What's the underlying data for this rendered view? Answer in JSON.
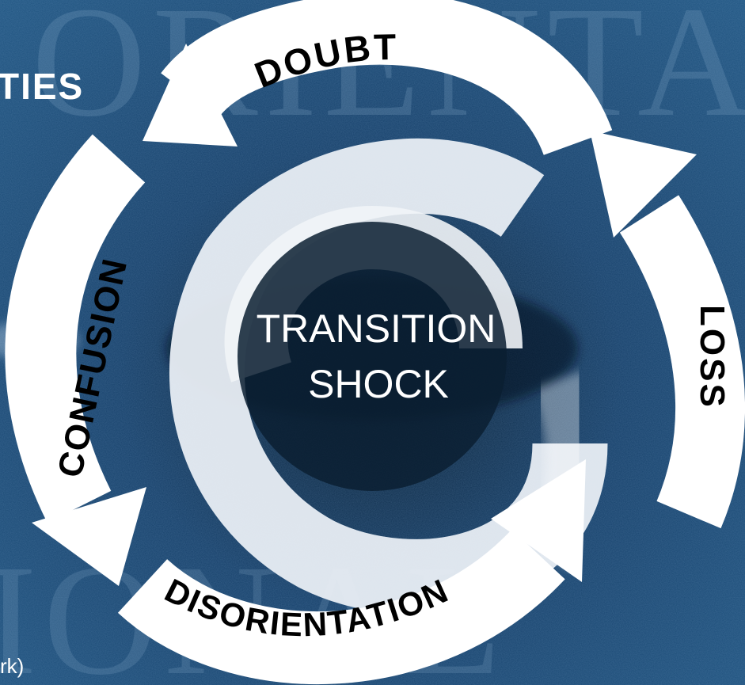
{
  "diagram": {
    "center_line1": "TRANSITION",
    "center_line2": "SHOCK",
    "arrows": {
      "top": "DOUBT",
      "left": "CONFUSION",
      "right": "LOSS",
      "bottom": "DISORIENTATION"
    }
  },
  "background": {
    "watermark_top": "ORIENTA",
    "watermark_bottom": "IONAL",
    "cropped_text_left": "TIES",
    "cropped_text_bottom_left": "rk)"
  },
  "colors": {
    "background": "#123a5c",
    "arrow": "#ffffff",
    "label": "#000000"
  }
}
